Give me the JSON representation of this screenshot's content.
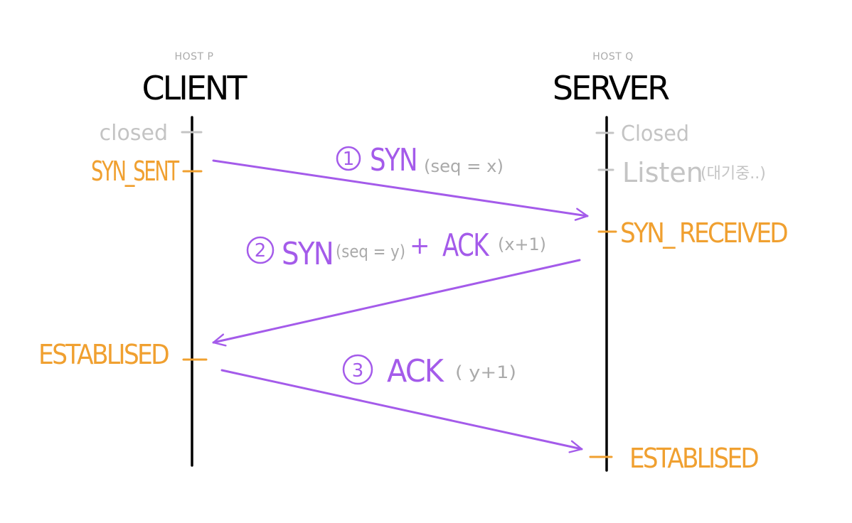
{
  "colors": {
    "line": "#000000",
    "state": "#F0A030",
    "grey": "#C4C4C4",
    "param": "#AAAAAA",
    "message": "#A45BEA"
  },
  "client": {
    "host_label": "HOST P",
    "title": "CLIENT"
  },
  "server": {
    "host_label": "HOST Q",
    "title": "SERVER"
  },
  "client_states": {
    "closed": "closed",
    "syn_sent": "SYN_SENT",
    "established": "ESTABLISED"
  },
  "server_states": {
    "closed": "Closed",
    "listen": "Listen",
    "listen_note": "(대기중..)",
    "syn_received": "SYN_ RECEIVED",
    "established": "ESTABLISED"
  },
  "messages": [
    {
      "number": "1",
      "label": "SYN",
      "param": "(seq = x)"
    },
    {
      "number": "2",
      "label": "SYN",
      "param": "(seq = y)",
      "plus": "+",
      "label2": "ACK",
      "param2": "(x+1)"
    },
    {
      "number": "3",
      "label": "ACK",
      "param": "( y+1)"
    }
  ]
}
